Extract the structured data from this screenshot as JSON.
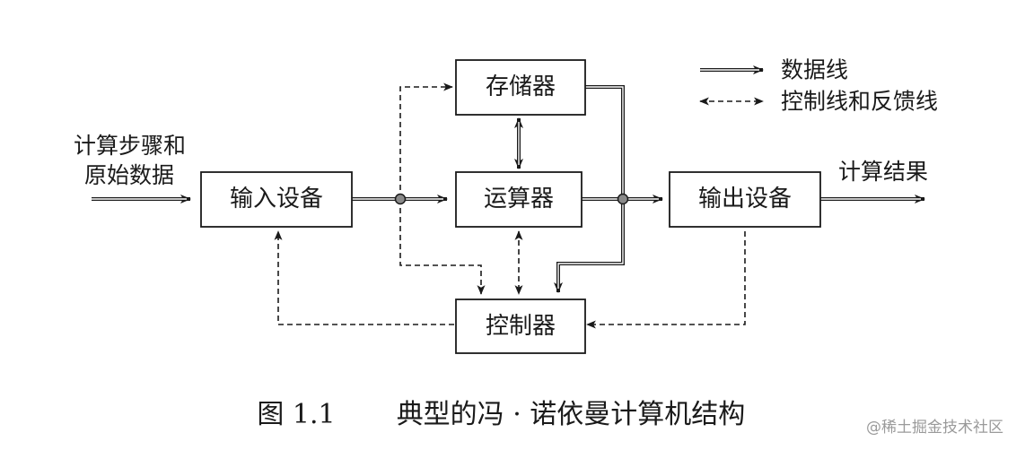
{
  "nodes": {
    "input": "输入设备",
    "memory": "存储器",
    "alu": "运算器",
    "output": "输出设备",
    "control": "控制器"
  },
  "labels": {
    "input_source_line1": "计算步骤和",
    "input_source_line2": "原始数据",
    "output_result": "计算结果"
  },
  "legend": {
    "data_line": "数据线",
    "control_line": "控制线和反馈线"
  },
  "caption": {
    "number": "图 1.1",
    "title": "典型的冯 · 诺依曼计算机结构"
  },
  "watermark": "@稀土掘金技术社区"
}
